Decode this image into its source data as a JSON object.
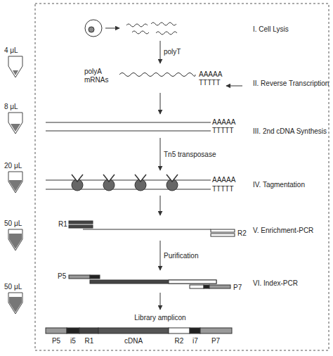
{
  "diagram": {
    "labels": [
      "I. Cell Lysis",
      "4 μL",
      "polyT",
      "polyA mRNAs",
      "AAAAA",
      "TTTTT",
      "II. Reverse Transcription",
      "8 μL",
      "AAAAA",
      "TTTTT",
      "III. 2nd cDNA Synthesis",
      "Tn5 transposase",
      "20 μL",
      "AAAAA",
      "TTTTT",
      "IV. Tagmentation",
      "50 μL",
      "R1",
      "R2",
      "V. Enrichment-PCR",
      "Purification",
      "50 μL",
      "P5",
      "P7",
      "VI. Index-PCR",
      "Library amplicon",
      "P5",
      "i5",
      "R1",
      "cDNA",
      "R2",
      "i7",
      "P7"
    ]
  }
}
